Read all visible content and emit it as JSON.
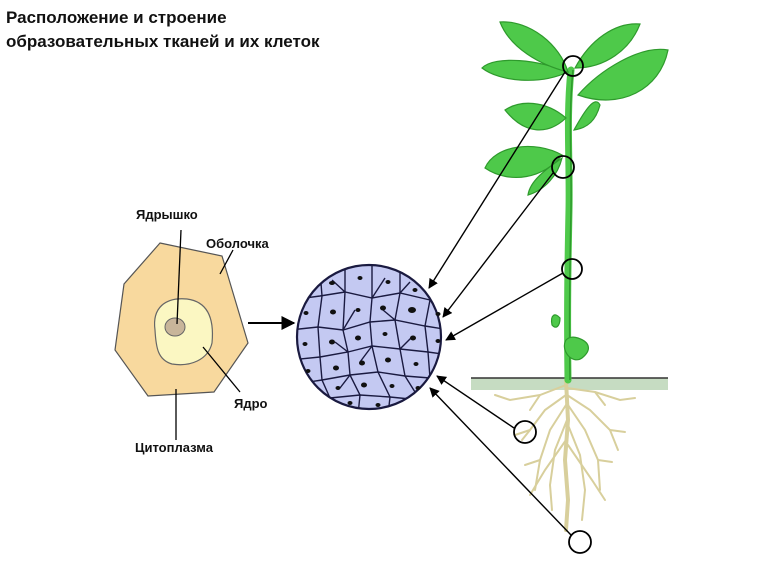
{
  "title": {
    "line1": "Расположение и строение",
    "line2": "образовательных тканей и их клеток"
  },
  "labels": {
    "nucleolus": "Ядрышко",
    "membrane": "Оболочка",
    "nucleus": "Ядро",
    "cytoplasm": "Цитоплазма"
  },
  "colors": {
    "cytoplasm": "#f8d99e",
    "nucleus": "#fbf7c2",
    "nucleolus": "#c8b59a",
    "tissue": "#c4c9f2",
    "tissue_wall": "#1a1a40",
    "leaf": "#4ec94a",
    "leaf_dark": "#2e9a2c",
    "root": "#d8cf9c",
    "soil": "#c6dcc2"
  }
}
